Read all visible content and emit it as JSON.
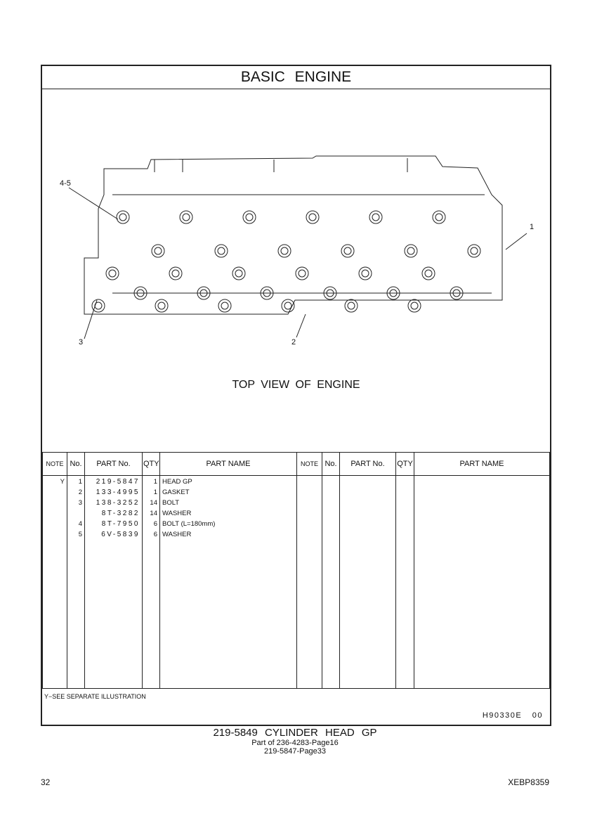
{
  "title": "BASIC ENGINE",
  "illustration": {
    "caption": "TOP VIEW OF ENGINE",
    "callouts": [
      "4-5",
      "1",
      "2",
      "3"
    ]
  },
  "table": {
    "headers": [
      "NOTE",
      "No.",
      "PART No.",
      "QTY",
      "PART NAME"
    ],
    "rows": [
      {
        "note": "Y",
        "no": "1",
        "part": "219-5847",
        "qty": "1",
        "name": "HEAD GP"
      },
      {
        "note": "",
        "no": "2",
        "part": "133-4995",
        "qty": "1",
        "name": "GASKET"
      },
      {
        "note": "",
        "no": "3",
        "part": "138-3252",
        "qty": "14",
        "name": "BOLT"
      },
      {
        "note": "",
        "no": "",
        "part": "8T-3282",
        "qty": "14",
        "name": "WASHER"
      },
      {
        "note": "",
        "no": "4",
        "part": "8T-7950",
        "qty": "6",
        "name": "BOLT (L=180mm)"
      },
      {
        "note": "",
        "no": "5",
        "part": "6V-5839",
        "qty": "6",
        "name": "WASHER"
      }
    ]
  },
  "footnote": "Y−SEE SEPARATE ILLUSTRATION",
  "code": "H90330E 00",
  "footer": {
    "heading": "219-5849 CYLINDER HEAD GP",
    "line1": "Part of 236-4283-Page16",
    "line2": "219-5847-Page33",
    "page": "32",
    "doc": "XEBP8359"
  }
}
